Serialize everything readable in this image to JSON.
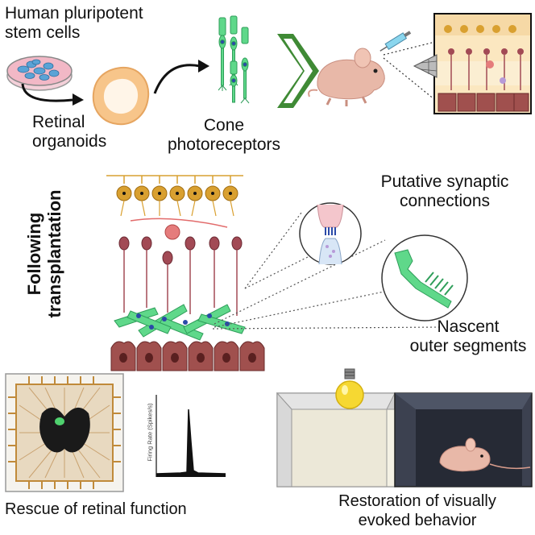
{
  "labels": {
    "hpsc_line1": "Human pluripotent",
    "hpsc_line2": "stem cells",
    "organoids_line1": "Retinal",
    "organoids_line2": "organoids",
    "cone_line1": "Cone",
    "cone_line2": "photoreceptors",
    "following_line1": "Following",
    "following_line2": "transplantation",
    "synaptic_line1": "Putative synaptic",
    "synaptic_line2": "connections",
    "nascent_line1": "Nascent",
    "nascent_line2": "outer segments",
    "rescue": "Rescue of retinal function",
    "restoration_line1": "Restoration of visually",
    "restoration_line2": "evoked behavior",
    "firing_axis": "Firing Rate (Spikes/s)"
  },
  "colors": {
    "dish_pink": "#f2b8c6",
    "stem_cell_blue": "#5aa3d6",
    "organoid": "#f7c58a",
    "photoreceptor_green": "#5fd88a",
    "chevron_green": "#3f8a35",
    "mouse_skin": "#e8b8a8",
    "ganglion_gold": "#d9a030",
    "bipolar_maroon": "#a24a55",
    "rpe_brown": "#a0504e",
    "bulb_yellow": "#f6d832",
    "dark_chamber": "#3c4150"
  },
  "icons": [
    "culture-dish-icon",
    "organoid-icon",
    "photoreceptor-icon",
    "chevron-right-icon",
    "mouse-icon",
    "syringe-icon",
    "lightbulb-icon",
    "mea-chip-icon"
  ]
}
